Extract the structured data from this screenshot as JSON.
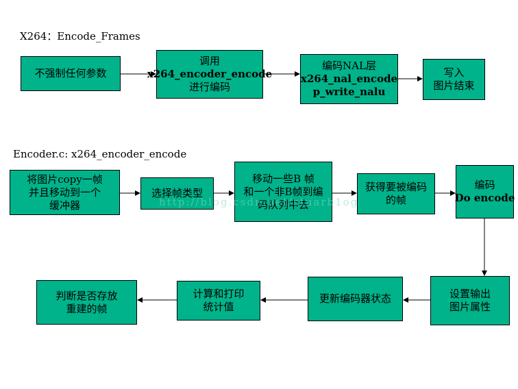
{
  "section1": {
    "title": "X264：Encode_Frames",
    "boxes": [
      {
        "lines": [
          "不强制任何参数"
        ]
      },
      {
        "lines": [
          "调用",
          "x264_encoder_encode",
          "进行编码"
        ]
      },
      {
        "lines": [
          "编码NAL层",
          "x264_nal_encode",
          "p_write_nalu"
        ]
      },
      {
        "lines": [
          "写入",
          "图片结束"
        ]
      }
    ]
  },
  "section2": {
    "title": "Encoder.c: x264_encoder_encode",
    "boxes": [
      {
        "lines": [
          "将图片copy一帧",
          "并且移动到一个",
          "缓冲器"
        ]
      },
      {
        "lines": [
          "选择帧类型"
        ]
      },
      {
        "lines": [
          "移动一些B 帧",
          "和一个非B帧到编",
          "码队列中去"
        ]
      },
      {
        "lines": [
          "获得要被编码",
          "的帧"
        ]
      },
      {
        "lines": [
          "编码",
          "Do encode"
        ]
      },
      {
        "lines": [
          "设置输出",
          "图片属性"
        ]
      },
      {
        "lines": [
          "更新编码器状态"
        ]
      },
      {
        "lines": [
          "计算和打印",
          "统计值"
        ]
      },
      {
        "lines": [
          "判断是否存放",
          "重建的帧"
        ]
      }
    ]
  },
  "watermark": "http://blog.csdn.net/stuarb1og",
  "colors": {
    "box_fill": "#00b38a",
    "border": "#000000",
    "arrow": "#000000"
  }
}
